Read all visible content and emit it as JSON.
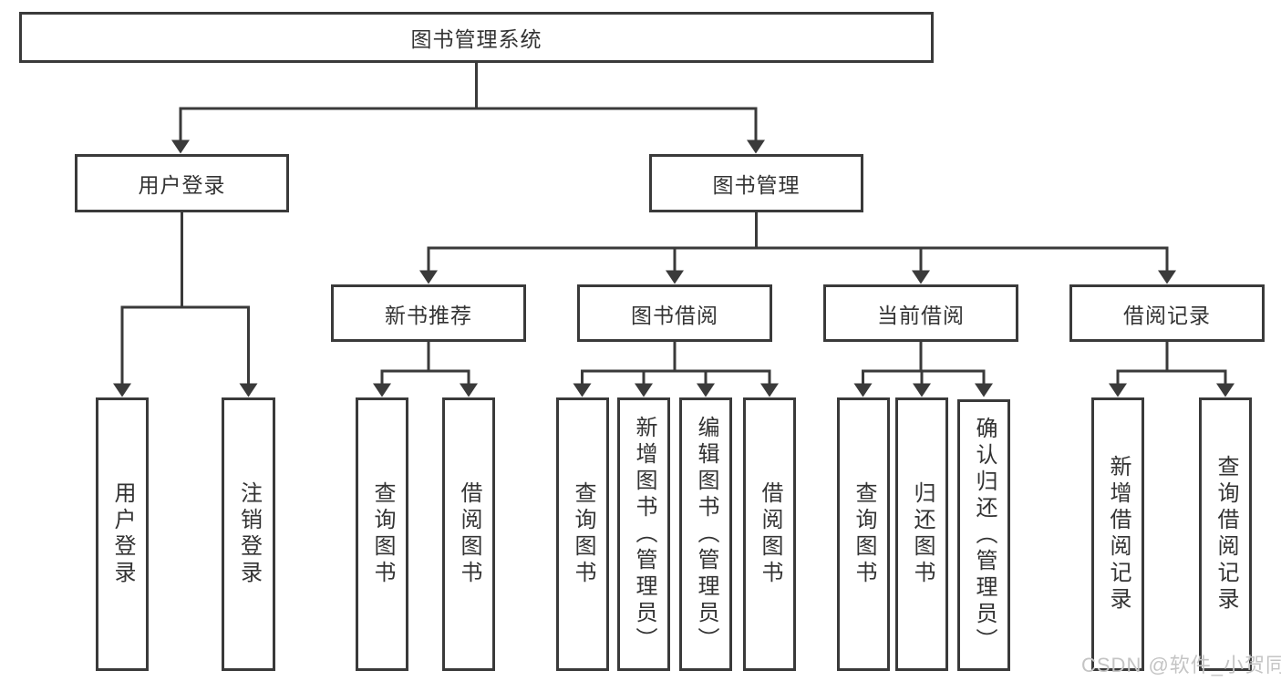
{
  "diagram": {
    "type": "hierarchy-tree",
    "title": "图书管理系统",
    "colors": {
      "line": "#3a3a3a",
      "box_border": "#3a3a3a",
      "box_background": "#ffffff",
      "text": "#333333",
      "watermark": "#c4c4c4",
      "background": "#ffffff"
    },
    "tree": {
      "label": "图书管理系统",
      "children": [
        {
          "label": "用户登录",
          "children": [
            {
              "label": "用户登录"
            },
            {
              "label": "注销登录"
            }
          ]
        },
        {
          "label": "图书管理",
          "children": [
            {
              "label": "新书推荐",
              "children": [
                {
                  "label": "查询图书"
                },
                {
                  "label": "借阅图书"
                }
              ]
            },
            {
              "label": "图书借阅",
              "children": [
                {
                  "label": "查询图书"
                },
                {
                  "label": "新增图书（管理员）"
                },
                {
                  "label": "编辑图书（管理员）"
                },
                {
                  "label": "借阅图书"
                }
              ]
            },
            {
              "label": "当前借阅",
              "children": [
                {
                  "label": "查询图书"
                },
                {
                  "label": "归还图书"
                },
                {
                  "label": "确认归还（管理员）"
                }
              ]
            },
            {
              "label": "借阅记录",
              "children": [
                {
                  "label": "新增借阅记录"
                },
                {
                  "label": "查询借阅记录"
                }
              ]
            }
          ]
        }
      ]
    }
  },
  "watermark": {
    "text": "CSDN @软件_小贺同学"
  }
}
